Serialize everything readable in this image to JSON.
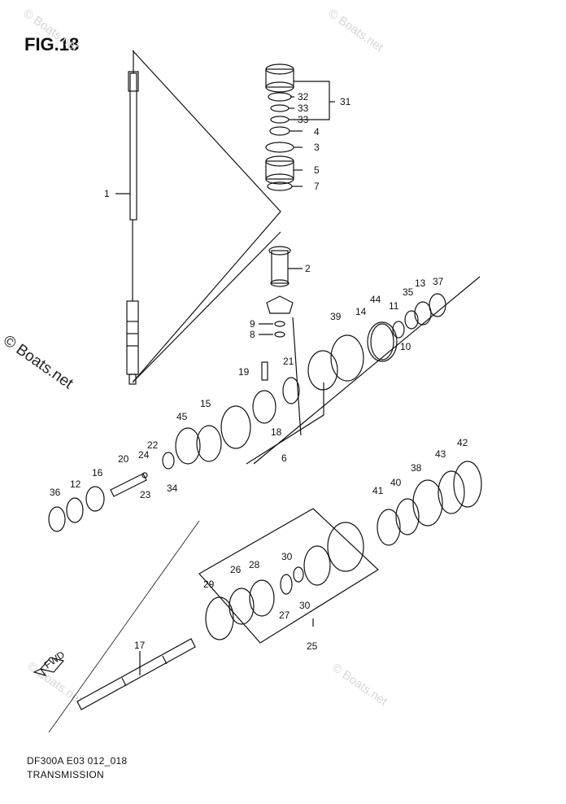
{
  "figure": {
    "title": "FIG.18"
  },
  "footer": {
    "code": "DF300A E03 012_018",
    "name": "TRANSMISSION"
  },
  "watermark": {
    "text": "© Boats.net"
  },
  "fwd_arrow": {
    "label": "FWD"
  },
  "callouts": [
    "1",
    "2",
    "3",
    "4",
    "5",
    "6",
    "7",
    "8",
    "9",
    "10",
    "11",
    "12",
    "13",
    "14",
    "15",
    "16",
    "17",
    "18",
    "19",
    "20",
    "21",
    "22",
    "23",
    "24",
    "25",
    "26",
    "27",
    "28",
    "29",
    "30",
    "30",
    "31",
    "32",
    "33",
    "33",
    "34",
    "35",
    "36",
    "37",
    "38",
    "39",
    "40",
    "41",
    "42",
    "43",
    "44",
    "45"
  ]
}
